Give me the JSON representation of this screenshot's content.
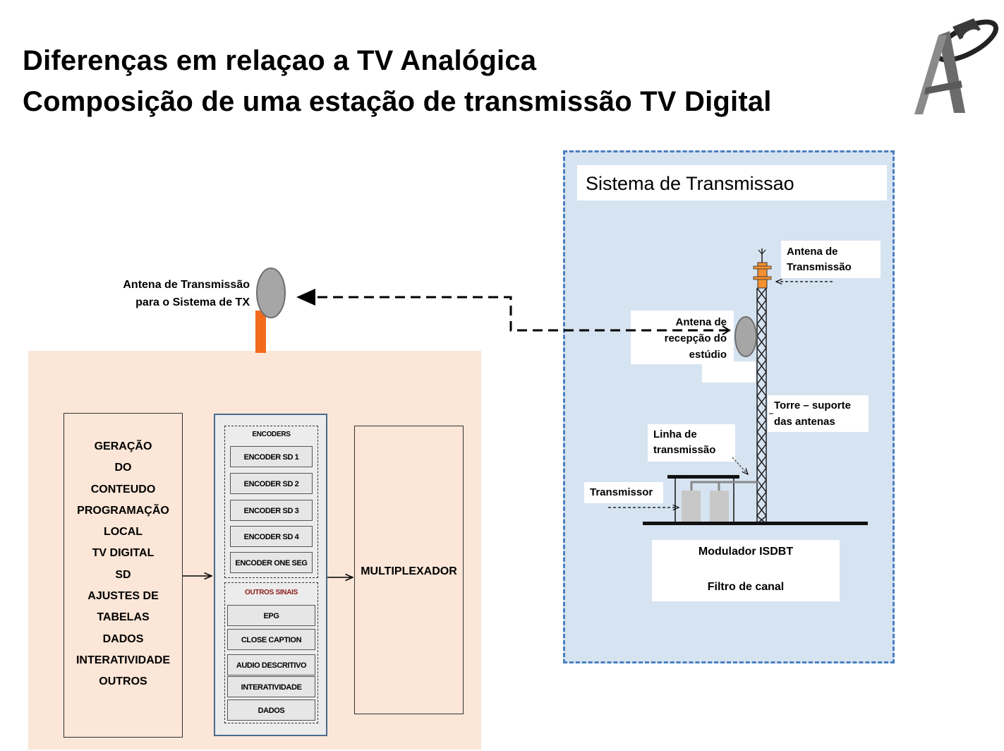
{
  "title": {
    "line1": "Diferenças em relaçao a TV Analógica",
    "line2": "Composição de uma estação de transmissão TV Digital"
  },
  "logo": {
    "icon": "tower-A-logo"
  },
  "studio": {
    "antenna_label_line1": "Antena de Transmissão",
    "antenna_label_line2": "para o  Sistema de TX",
    "generation_lines": [
      "GERAÇÃO",
      "DO",
      "CONTEUDO",
      "PROGRAMAÇÃO",
      "LOCAL",
      "TV DIGITAL",
      "SD",
      "AJUSTES DE",
      "TABELAS",
      "DADOS",
      "INTERATIVIDADE",
      "OUTROS"
    ],
    "encoders": {
      "title": "ENCODERS",
      "items": [
        "ENCODER SD 1",
        "ENCODER SD 2",
        "ENCODER SD 3",
        "ENCODER SD 4",
        "ENCODER ONE SEG"
      ]
    },
    "outros": {
      "title": "OUTROS  SINAIS",
      "title_color": "#8b1a1a",
      "items": [
        "EPG",
        "CLOSE CAPTION",
        "AUDIO DESCRITIVO",
        "INTERATIVIDADE",
        "DADOS"
      ]
    },
    "multiplexer_label": "MULTIPLEXADOR"
  },
  "transmission": {
    "title": "Sistema de Transmissao",
    "tx_antenna_line1": "Antena  de",
    "tx_antenna_line2": "Transmissão",
    "rx_antenna_line1": "Antena de",
    "rx_antenna_line2": "recepção do",
    "rx_antenna_line3": "estúdio",
    "tower_line1": "Torre – suporte",
    "tower_line2": "das antenas",
    "line_label1": "Linha de",
    "line_label2": "transmissão",
    "transmitter_label": "Transmissor",
    "modulator": "Modulador ISDBT",
    "filter": "Filtro de canal"
  },
  "colors": {
    "studio_bg": "#fbe6d7",
    "tx_bg": "#d6e3f1",
    "tx_border": "#4a7fc0",
    "antenna_mast": "#f26b1d",
    "dish": "#a6a6a6"
  }
}
